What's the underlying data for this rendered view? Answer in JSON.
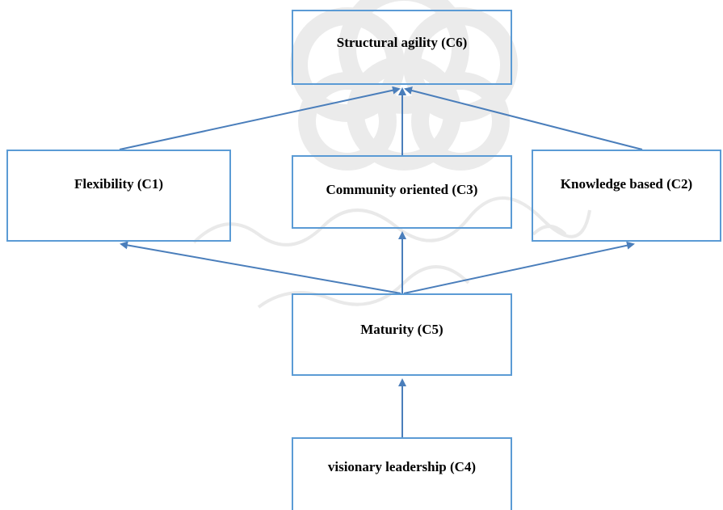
{
  "nodes": {
    "c6": {
      "label": "Structural agility (C6)"
    },
    "c1": {
      "label": "Flexibility (C1)"
    },
    "c3": {
      "label": "Community oriented (C3)"
    },
    "c2": {
      "label": "Knowledge based (C2)"
    },
    "c5": {
      "label": "Maturity (C5)"
    },
    "c4": {
      "label": "visionary leadership (C4)"
    }
  },
  "edges": [
    {
      "from": "c1",
      "to": "c6"
    },
    {
      "from": "c3",
      "to": "c6"
    },
    {
      "from": "c2",
      "to": "c6"
    },
    {
      "from": "c5",
      "to": "c1"
    },
    {
      "from": "c5",
      "to": "c3"
    },
    {
      "from": "c5",
      "to": "c2"
    },
    {
      "from": "c4",
      "to": "c5"
    }
  ],
  "colors": {
    "box_border": "#5b9bd5",
    "arrow": "#4a7ebb",
    "watermark": "#d9d9d9"
  }
}
